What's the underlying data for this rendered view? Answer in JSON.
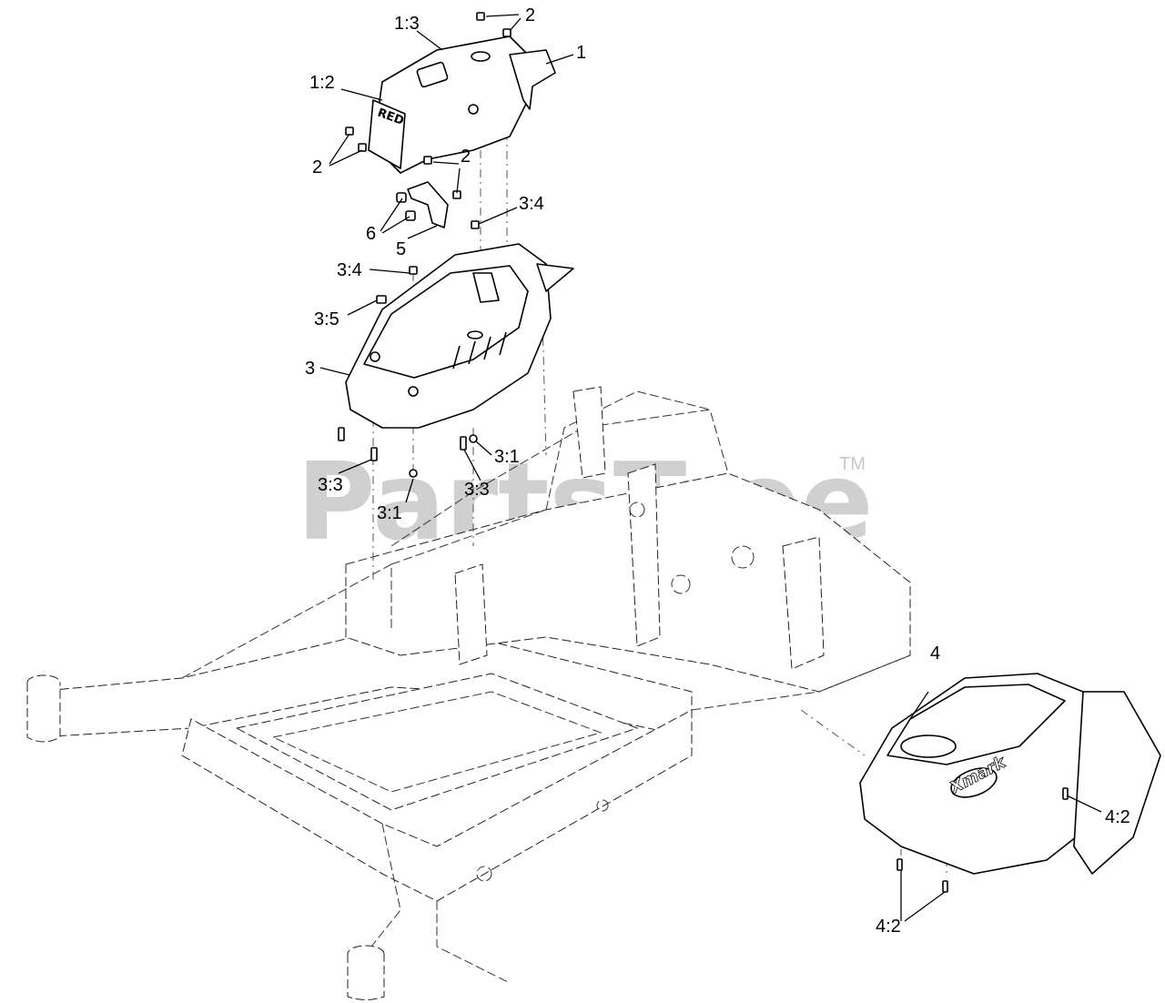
{
  "watermark": {
    "text": "PartsTree",
    "trademark": "TM"
  },
  "decals": {
    "console_decal": "RED",
    "tank_brand": "Xmark"
  },
  "callouts": {
    "c_1": "1",
    "c_1_3": "1:3",
    "c_1_2": "1:2",
    "c_2_top": "2",
    "c_2_left": "2",
    "c_2_mid": "2",
    "c_6": "6",
    "c_5": "5",
    "c_3_4_right": "3:4",
    "c_3_4_left": "3:4",
    "c_3_5": "3:5",
    "c_3": "3",
    "c_3_3_left": "3:3",
    "c_3_1_right": "3:1",
    "c_3_3_right": "3:3",
    "c_3_1_bottom": "3:1",
    "c_4": "4",
    "c_4_2_right": "4:2",
    "c_4_2_bottom": "4:2"
  }
}
